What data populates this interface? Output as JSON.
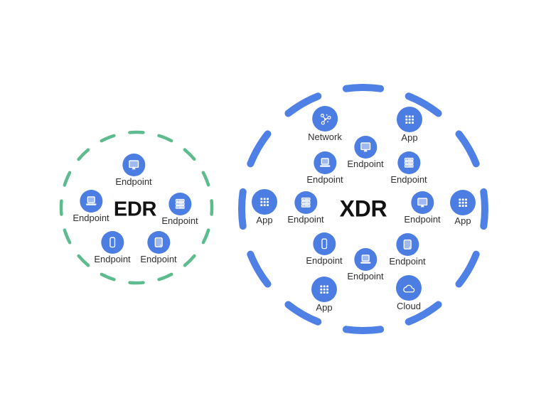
{
  "colors": {
    "background": "#ffffff",
    "node_blue": "#4c7de2",
    "screen_fill": "#9fb9f1",
    "edr_ring": "#5cbc8e",
    "xdr_ring": "#4f80e6",
    "label": "#303030",
    "title": "#121212"
  },
  "edr": {
    "title": "EDR",
    "nodes": [
      {
        "label": "Endpoint",
        "icon": "monitor-icon"
      },
      {
        "label": "Endpoint",
        "icon": "laptop-icon"
      },
      {
        "label": "Endpoint",
        "icon": "server-icon"
      },
      {
        "label": "Endpoint",
        "icon": "phone-icon"
      },
      {
        "label": "Endpoint",
        "icon": "tablet-icon"
      }
    ]
  },
  "xdr": {
    "title": "XDR",
    "nodes": [
      {
        "label": "Network",
        "icon": "network-icon"
      },
      {
        "label": "App",
        "icon": "app-grid-icon"
      },
      {
        "label": "Endpoint",
        "icon": "monitor-icon"
      },
      {
        "label": "Endpoint",
        "icon": "laptop-icon"
      },
      {
        "label": "Endpoint",
        "icon": "server-icon"
      },
      {
        "label": "App",
        "icon": "app-grid-icon"
      },
      {
        "label": "Endpoint",
        "icon": "server-icon"
      },
      {
        "label": "Endpoint",
        "icon": "monitor-icon"
      },
      {
        "label": "App",
        "icon": "app-grid-icon"
      },
      {
        "label": "Endpoint",
        "icon": "phone-icon"
      },
      {
        "label": "Endpoint",
        "icon": "laptop-icon"
      },
      {
        "label": "Endpoint",
        "icon": "tablet-icon"
      },
      {
        "label": "App",
        "icon": "app-grid-icon"
      },
      {
        "label": "Cloud",
        "icon": "cloud-icon"
      }
    ]
  }
}
